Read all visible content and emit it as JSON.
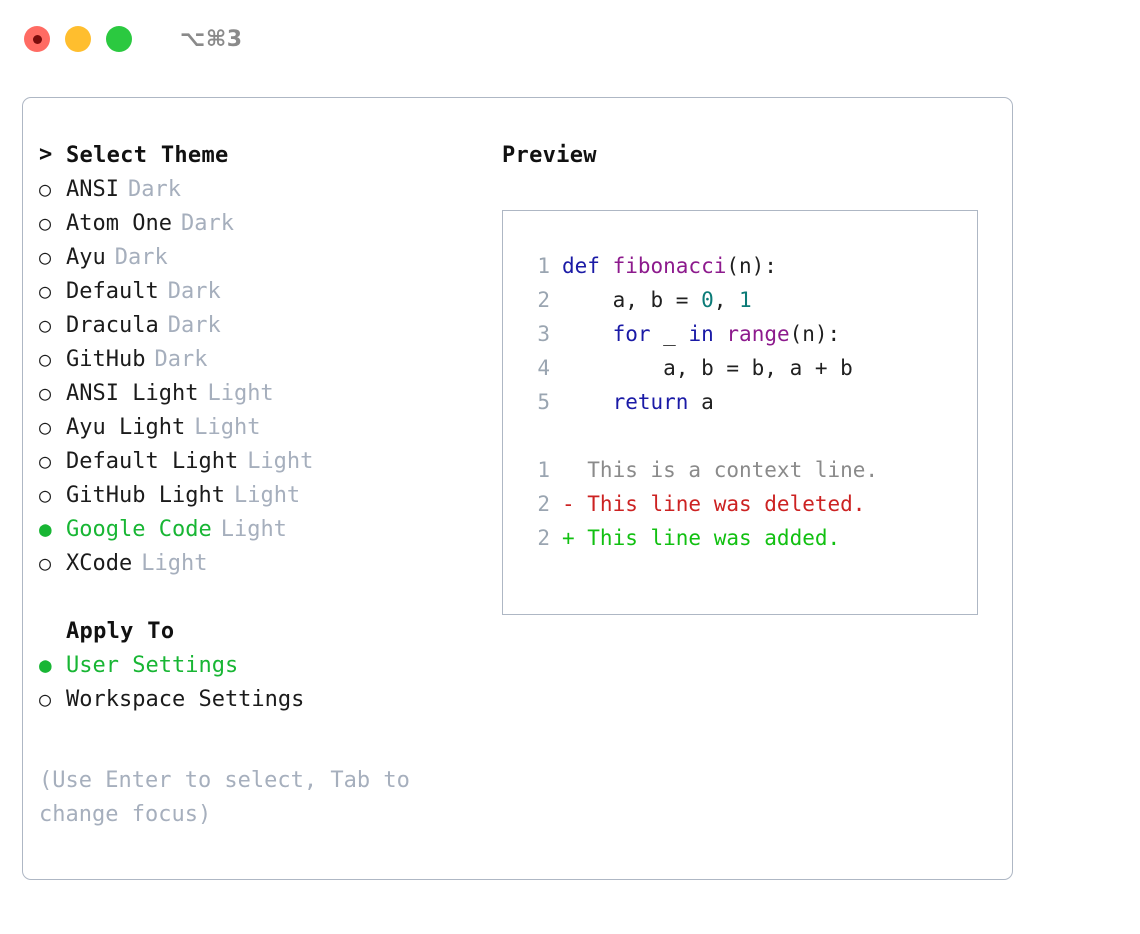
{
  "titlebar": {
    "dots": [
      {
        "name": "close-button",
        "color": "#ff6b63"
      },
      {
        "name": "minimize-button",
        "color": "#ffbe2e"
      },
      {
        "name": "maximize-button",
        "color": "#2bc940"
      }
    ],
    "shortcut": "⌥⌘3"
  },
  "colors": {
    "accent_green": "#18b634",
    "muted": "#a6afbd",
    "border": "#aeb7c4",
    "text": "#1b1b1b",
    "keyword": "#1a1aa6",
    "function": "#8d1a8d",
    "number": "#0b7b77",
    "diff_add": "#11c011",
    "diff_del": "#cc2222",
    "diff_context": "#8a8a8a"
  },
  "theme_picker": {
    "prompt_marker": ">",
    "title": "Select Theme",
    "bullet_unselected": "○",
    "bullet_selected": "●",
    "items": [
      {
        "name": "ANSI",
        "variant": "Dark",
        "selected": false
      },
      {
        "name": "Atom One",
        "variant": "Dark",
        "selected": false
      },
      {
        "name": "Ayu",
        "variant": "Dark",
        "selected": false
      },
      {
        "name": "Default",
        "variant": "Dark",
        "selected": false
      },
      {
        "name": "Dracula",
        "variant": "Dark",
        "selected": false
      },
      {
        "name": "GitHub",
        "variant": "Dark",
        "selected": false
      },
      {
        "name": "ANSI Light",
        "variant": "Light",
        "selected": false
      },
      {
        "name": "Ayu Light",
        "variant": "Light",
        "selected": false
      },
      {
        "name": "Default Light",
        "variant": "Light",
        "selected": false
      },
      {
        "name": "GitHub Light",
        "variant": "Light",
        "selected": false
      },
      {
        "name": "Google Code",
        "variant": "Light",
        "selected": true
      },
      {
        "name": "XCode",
        "variant": "Light",
        "selected": false
      }
    ]
  },
  "apply_to": {
    "title": "Apply To",
    "items": [
      {
        "name": "User Settings",
        "selected": true
      },
      {
        "name": "Workspace Settings",
        "selected": false
      }
    ]
  },
  "hint": "(Use Enter to select, Tab to change focus)",
  "preview": {
    "title": "Preview",
    "code_lines": [
      {
        "lineno": "1",
        "tokens": [
          {
            "t": "def ",
            "c": "kw"
          },
          {
            "t": "fibonacci",
            "c": "fn"
          },
          {
            "t": "(n):",
            "c": "plain"
          }
        ]
      },
      {
        "lineno": "2",
        "tokens": [
          {
            "t": "    a, b = ",
            "c": "plain"
          },
          {
            "t": "0",
            "c": "num"
          },
          {
            "t": ", ",
            "c": "plain"
          },
          {
            "t": "1",
            "c": "num"
          }
        ]
      },
      {
        "lineno": "3",
        "tokens": [
          {
            "t": "    ",
            "c": "plain"
          },
          {
            "t": "for",
            "c": "kw"
          },
          {
            "t": " _ ",
            "c": "plain"
          },
          {
            "t": "in",
            "c": "kw"
          },
          {
            "t": " ",
            "c": "plain"
          },
          {
            "t": "range",
            "c": "fn"
          },
          {
            "t": "(n):",
            "c": "plain"
          }
        ]
      },
      {
        "lineno": "4",
        "tokens": [
          {
            "t": "        a, b = b, a + b",
            "c": "plain"
          }
        ]
      },
      {
        "lineno": "5",
        "tokens": [
          {
            "t": "    ",
            "c": "plain"
          },
          {
            "t": "return",
            "c": "kw"
          },
          {
            "t": " a",
            "c": "plain"
          }
        ]
      }
    ],
    "diff_lines": [
      {
        "lineno": "1",
        "sign": " ",
        "text": " This is a context line.",
        "kind": "context"
      },
      {
        "lineno": "2",
        "sign": "-",
        "text": " This line was deleted.",
        "kind": "del"
      },
      {
        "lineno": "2",
        "sign": "+",
        "text": " This line was added.",
        "kind": "add"
      }
    ]
  }
}
